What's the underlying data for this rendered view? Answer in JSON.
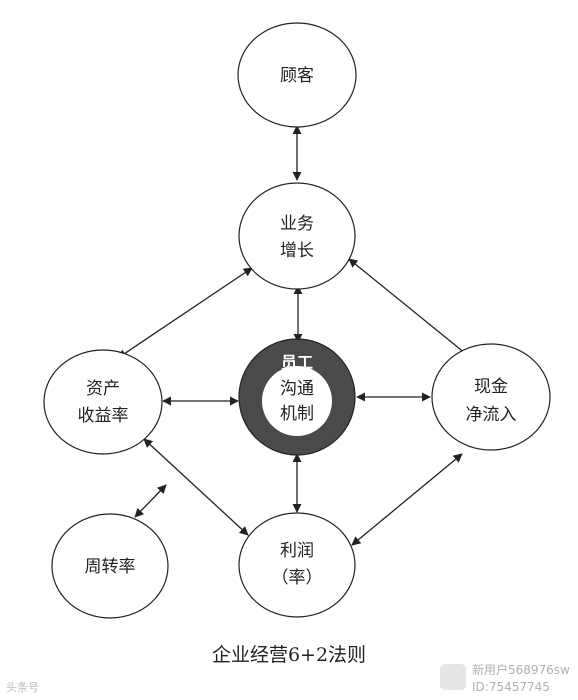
{
  "nodes": {
    "customer": {
      "lines": [
        "顾客"
      ]
    },
    "business_growth": {
      "lines": [
        "业务",
        "增长"
      ]
    },
    "asset_return": {
      "lines": [
        "资产",
        "收益率"
      ]
    },
    "employee_comm": {
      "lines": [
        "员工",
        "沟通",
        "机制"
      ]
    },
    "net_cash_inflow": {
      "lines": [
        "现金",
        "净流入"
      ]
    },
    "turnover": {
      "lines": [
        "周转率"
      ]
    },
    "profit": {
      "lines": [
        "利润",
        "（率）"
      ]
    }
  },
  "caption": "企业经营6+2法则",
  "watermark": {
    "left_text": "头条号",
    "right_line1": "新用户568976sw",
    "right_line2": "ID:75457745"
  }
}
